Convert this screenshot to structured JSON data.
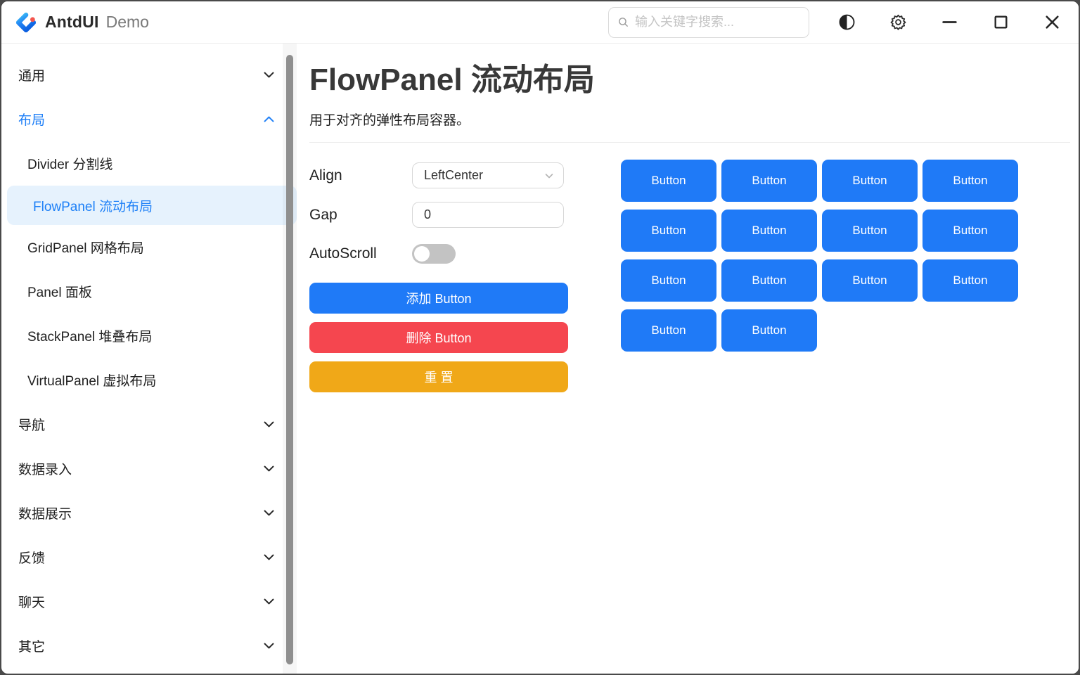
{
  "colors": {
    "primary": "#1f7af7",
    "danger": "#f5464f",
    "warning": "#f0a818",
    "active-bg": "#e6f2fd",
    "active-text": "#1e80f7"
  },
  "header": {
    "brand": "AntdUI",
    "brand_suffix": "Demo",
    "search_placeholder": "输入关键字搜索...",
    "icons": {
      "logo": "antdui-logo (blue diamond C with red dot)",
      "search": "search-icon (magnifier)",
      "theme": "theme-contrast-icon (half filled circle)",
      "settings": "gear-icon",
      "minimize": "minimize-icon (dash)",
      "maximize": "maximize-icon (square)",
      "close": "close-icon (x)"
    }
  },
  "sidebar": {
    "items": [
      {
        "label": "通用",
        "kind": "group",
        "chevron": "down",
        "active": false
      },
      {
        "label": "布局",
        "kind": "group",
        "chevron": "up",
        "active": true
      },
      {
        "label": "Divider 分割线",
        "kind": "child",
        "active": false
      },
      {
        "label": "FlowPanel 流动布局",
        "kind": "child",
        "active": true
      },
      {
        "label": "GridPanel 网格布局",
        "kind": "child",
        "active": false
      },
      {
        "label": "Panel 面板",
        "kind": "child",
        "active": false
      },
      {
        "label": "StackPanel 堆叠布局",
        "kind": "child",
        "active": false
      },
      {
        "label": "VirtualPanel 虚拟布局",
        "kind": "child",
        "active": false
      },
      {
        "label": "导航",
        "kind": "group",
        "chevron": "down",
        "active": false
      },
      {
        "label": "数据录入",
        "kind": "group",
        "chevron": "down",
        "active": false
      },
      {
        "label": "数据展示",
        "kind": "group",
        "chevron": "down",
        "active": false
      },
      {
        "label": "反馈",
        "kind": "group",
        "chevron": "down",
        "active": false
      },
      {
        "label": "聊天",
        "kind": "group",
        "chevron": "down",
        "active": false
      },
      {
        "label": "其它",
        "kind": "group",
        "chevron": "down",
        "active": false
      }
    ]
  },
  "page": {
    "title": "FlowPanel 流动布局",
    "subtitle": "用于对齐的弹性布局容器。"
  },
  "controls": {
    "align_label": "Align",
    "align_value": "LeftCenter",
    "gap_label": "Gap",
    "gap_value": "0",
    "autoscroll_label": "AutoScroll",
    "autoscroll_state": "off",
    "add_label": "添加 Button",
    "remove_label": "删除 Button",
    "reset_label": "重 置"
  },
  "flow": {
    "buttons": [
      "Button",
      "Button",
      "Button",
      "Button",
      "Button",
      "Button",
      "Button",
      "Button",
      "Button",
      "Button",
      "Button",
      "Button",
      "Button",
      "Button"
    ]
  }
}
